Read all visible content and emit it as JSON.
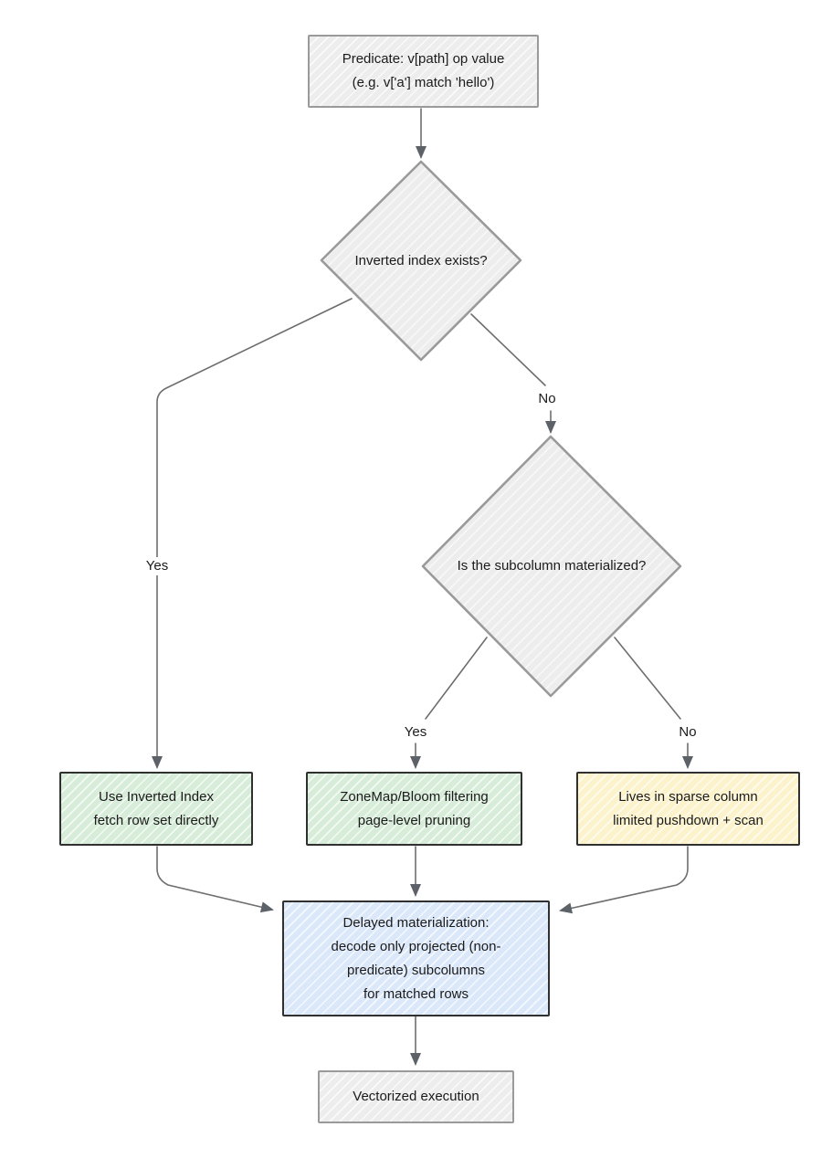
{
  "nodes": {
    "predicate": {
      "label": "Predicate: v[path] op value\n(e.g. v['a'] match 'hello')"
    },
    "inverted_index_exists": {
      "label": "Inverted index exists?"
    },
    "subcolumn_materialized": {
      "label": "Is the subcolumn materialized?"
    },
    "use_inverted_index": {
      "label": "Use Inverted Index\nfetch row set directly"
    },
    "zonemap_bloom": {
      "label": "ZoneMap/Bloom filtering\npage-level pruning"
    },
    "sparse_column": {
      "label": "Lives in sparse column\nlimited pushdown + scan"
    },
    "delayed_materialization": {
      "label": "Delayed materialization:\ndecode only projected (non-\npredicate) subcolumns\nfor matched rows"
    },
    "vectorized_execution": {
      "label": "Vectorized execution"
    }
  },
  "edges": {
    "inverted_index_yes": {
      "label": "Yes"
    },
    "inverted_index_no": {
      "label": "No"
    },
    "materialized_yes": {
      "label": "Yes"
    },
    "materialized_no": {
      "label": "No"
    }
  },
  "colors": {
    "gray_fill": "#ededed",
    "green_fill": "#d7ecd9",
    "yellow_fill": "#fcf3cd",
    "blue_fill": "#dbe8fa",
    "gray_border": "#9a9a9a",
    "dark_border": "#303030",
    "arrow": "#6e6e6e",
    "arrowhead": "#5d6168",
    "text": "#1b1b1b"
  }
}
